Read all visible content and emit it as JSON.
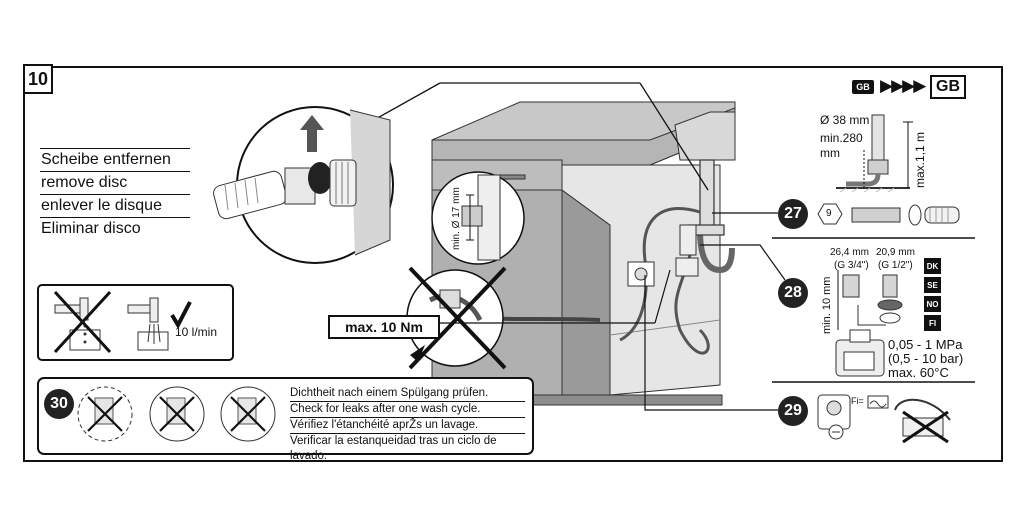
{
  "step_number": "10",
  "disc_panel": {
    "lines": [
      "Scheibe entfernen",
      "remove disc",
      "enlever le disque",
      "Eliminar disco"
    ]
  },
  "tap_panel": {
    "flow_label": "10 l/min"
  },
  "torque_label": "max. 10 Nm",
  "detail_labels": {
    "min_17mm": "min. Ø 17 mm"
  },
  "step30": {
    "number": "30",
    "lines": [
      "Dichtheit nach einem Spülgang prüfen.",
      "Check for leaks after one wash cycle.",
      "Vérifiez l'étanchéité aprŽs un lavage.",
      "Verificar la estanqueidad tras un ciclo de lavado."
    ]
  },
  "gb_header": {
    "small_badge": "GB",
    "arrows": "▶▶▶▶",
    "big_badge": "GB"
  },
  "drain_spec": {
    "diameter": "Ø 38 mm",
    "min_height_1": "min.280",
    "min_height_2": "mm",
    "max_height": "max.1,1 m"
  },
  "item27": {
    "number": "27",
    "hex_label": "9"
  },
  "item28": {
    "number": "28",
    "thread1_mm": "26,4 mm",
    "thread1_g": "(G 3/4\")",
    "thread2_mm": "20,9 mm",
    "thread2_g": "(G 1/2\")",
    "min_label": "min. 10 mm",
    "countries": [
      "DK",
      "SE",
      "NO",
      "FI"
    ],
    "pressure_mpa": "0,05 - 1 MPa",
    "pressure_bar": "(0,5 - 10 bar)",
    "max_temp": "max. 60°C"
  },
  "item29": {
    "number": "29",
    "fi_label": "Fi="
  }
}
